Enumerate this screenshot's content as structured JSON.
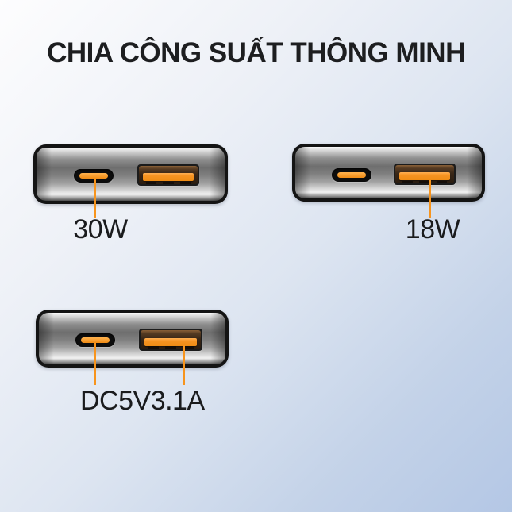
{
  "title": "CHIA CÔNG SUẤT THÔNG MINH",
  "colors": {
    "accent": "#F7941D",
    "text": "#1D1E20",
    "background_start": "#FDFDFE",
    "background_end": "#B4C7E5"
  },
  "devices": [
    {
      "name": "powerbank-top-left",
      "label": "30W",
      "callout_ports": [
        "usb-c"
      ]
    },
    {
      "name": "powerbank-top-right",
      "label": "18W",
      "callout_ports": [
        "usb-a"
      ]
    },
    {
      "name": "powerbank-bottom",
      "label": "DC5V3.1A",
      "callout_ports": [
        "usb-c",
        "usb-a"
      ]
    }
  ]
}
